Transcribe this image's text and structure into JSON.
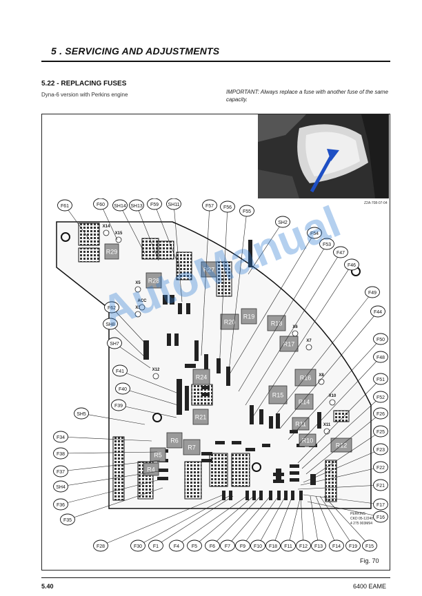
{
  "header": {
    "chapter_title": "5 . SERVICING AND ADJUSTMENTS"
  },
  "section": {
    "heading": "5.22 - REPLACING FUSES",
    "version_note": "Dyna-6 version with Perkins engine",
    "important_note": "IMPORTANT: Always replace a fuse with another fuse of the same capacity."
  },
  "figure": {
    "caption": "Fig. 70",
    "photo_code": "Z2A-708-07-04",
    "perkins_ref": [
      "PERKINS",
      "CKD 05-12240",
      "4 275 903M94"
    ],
    "watermark": "AutoManual",
    "callouts": [
      {
        "label": "F61"
      },
      {
        "label": "F60"
      },
      {
        "label": "SH14"
      },
      {
        "label": "SH13"
      },
      {
        "label": "F59"
      },
      {
        "label": "SH11"
      },
      {
        "label": "F57"
      },
      {
        "label": "F56"
      },
      {
        "label": "F55"
      },
      {
        "label": "SH2"
      },
      {
        "label": "F54"
      },
      {
        "label": "F53"
      },
      {
        "label": "F47"
      },
      {
        "label": "F46"
      },
      {
        "label": "F49"
      },
      {
        "label": "F44"
      },
      {
        "label": "F50"
      },
      {
        "label": "F48"
      },
      {
        "label": "F51"
      },
      {
        "label": "F52"
      },
      {
        "label": "F26"
      },
      {
        "label": "F25"
      },
      {
        "label": "F23"
      },
      {
        "label": "F22"
      },
      {
        "label": "F21"
      },
      {
        "label": "F17"
      },
      {
        "label": "F16"
      },
      {
        "label": "F62"
      },
      {
        "label": "SH8"
      },
      {
        "label": "SH7"
      },
      {
        "label": "F41"
      },
      {
        "label": "F40"
      },
      {
        "label": "F39"
      },
      {
        "label": "SH5"
      },
      {
        "label": "F34"
      },
      {
        "label": "F38"
      },
      {
        "label": "F37"
      },
      {
        "label": "SH4"
      },
      {
        "label": "F36"
      },
      {
        "label": "F35"
      },
      {
        "label": "F28"
      },
      {
        "label": "F30"
      },
      {
        "label": "F1"
      },
      {
        "label": "F4"
      },
      {
        "label": "F5"
      },
      {
        "label": "F6"
      },
      {
        "label": "F7"
      },
      {
        "label": "F9"
      },
      {
        "label": "F10"
      },
      {
        "label": "F18"
      },
      {
        "label": "F11"
      },
      {
        "label": "F12"
      },
      {
        "label": "F13"
      },
      {
        "label": "F14"
      },
      {
        "label": "F19"
      },
      {
        "label": "F15"
      }
    ],
    "relays": [
      {
        "label": "R29"
      },
      {
        "label": "R28"
      },
      {
        "label": "R27"
      },
      {
        "label": "R20"
      },
      {
        "label": "R19"
      },
      {
        "label": "R18"
      },
      {
        "label": "R17"
      },
      {
        "label": "R16"
      },
      {
        "label": "R24"
      },
      {
        "label": "R15"
      },
      {
        "label": "R14"
      },
      {
        "label": "R21"
      },
      {
        "label": "R11"
      },
      {
        "label": "R10"
      },
      {
        "label": "R12"
      },
      {
        "label": "R6"
      },
      {
        "label": "R7"
      },
      {
        "label": "R5"
      },
      {
        "label": "R4"
      }
    ],
    "connectors": [
      {
        "label": "X14"
      },
      {
        "label": "X15"
      },
      {
        "label": "X5"
      },
      {
        "label": "X3"
      },
      {
        "label": "ACC"
      },
      {
        "label": "X6"
      },
      {
        "label": "X7"
      },
      {
        "label": "X8"
      },
      {
        "label": "X12"
      },
      {
        "label": "X10"
      },
      {
        "label": "X11"
      }
    ]
  },
  "footer": {
    "page_number": "5.40",
    "manual_ref": "6400 EAME"
  }
}
